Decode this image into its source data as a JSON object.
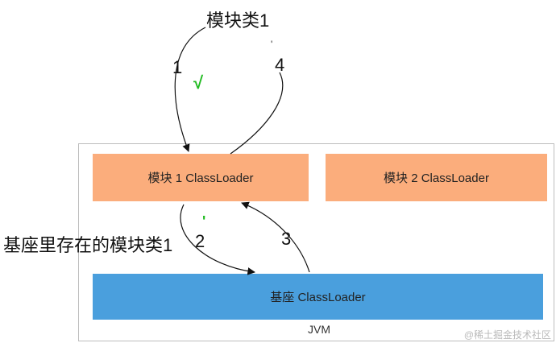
{
  "diagram": {
    "title_class": "模块类1",
    "base_class_label": "基座里存在的模块类1",
    "modules": [
      {
        "label": "模块 1 ClassLoader"
      },
      {
        "label": "模块 2 ClassLoader"
      }
    ],
    "base_loader": "基座 ClassLoader",
    "container": "JVM",
    "steps": [
      "1",
      "2",
      "3",
      "4"
    ],
    "check_mark": "√",
    "tick_mark_2": "'",
    "tick_mark_4": "'",
    "colors": {
      "module_fill": "#fbad7c",
      "base_fill": "#4a9fdd",
      "check": "#22bb22",
      "frame": "#bdbdbd"
    }
  },
  "watermark": "@稀土掘金技术社区"
}
